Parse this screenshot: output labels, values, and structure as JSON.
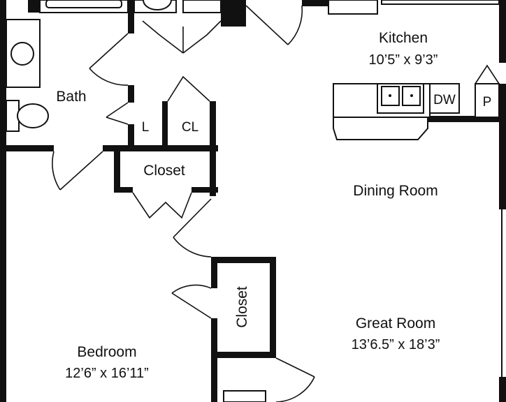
{
  "rooms": {
    "kitchen": {
      "name": "Kitchen",
      "size": "10’5” x 9’3”"
    },
    "bath": {
      "name": "Bath"
    },
    "linen": {
      "name": "L"
    },
    "coat_closet": {
      "name": "CL"
    },
    "hall_closet": {
      "name": "Closet"
    },
    "dining": {
      "name": "Dining Room"
    },
    "great_room": {
      "name": "Great Room",
      "size": "13’6.5” x 18’3”"
    },
    "bedroom": {
      "name": "Bedroom",
      "size": "12’6” x 16’11”"
    },
    "bedroom_closet": {
      "name": "Closet"
    }
  },
  "appliances": {
    "dishwasher": "DW",
    "pantry": "P"
  }
}
